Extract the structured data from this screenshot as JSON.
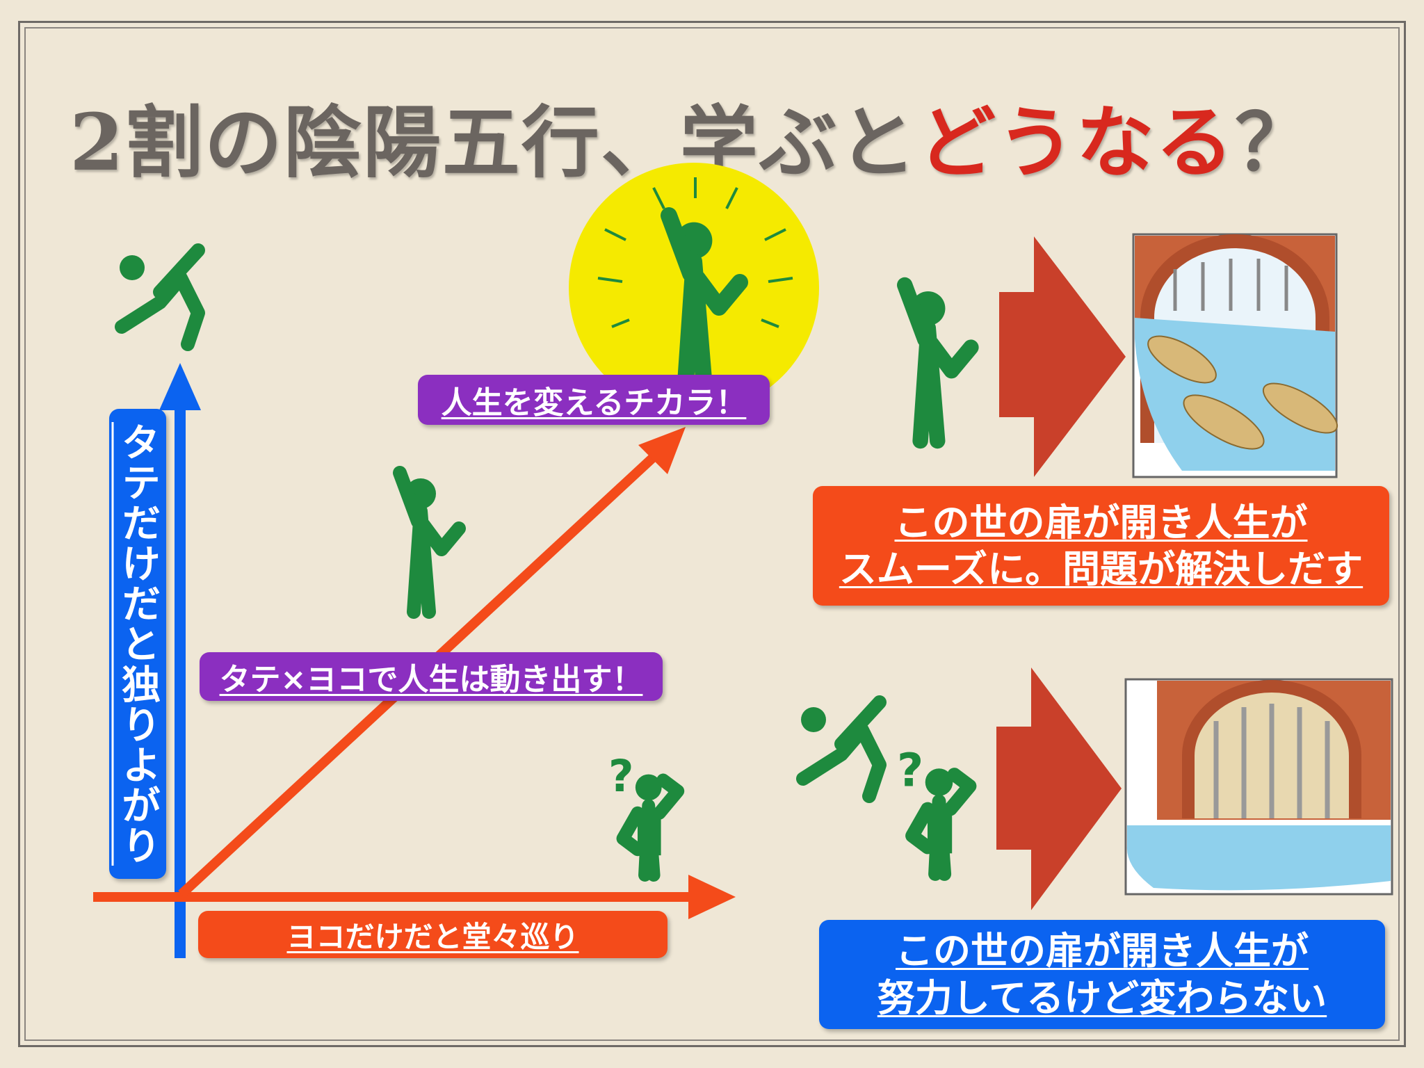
{
  "title": {
    "part1": "2割の陰陽五行、学ぶと",
    "accent": "どうなる",
    "part2": "？"
  },
  "labels": {
    "vertical": "タテだけだと独りよがり",
    "horizontal": "ヨコだけだと堂々巡り",
    "diagonal": "タテ×ヨコで人生は動き出す！",
    "power": "人生を変えるチカラ！"
  },
  "outcomes": {
    "good": {
      "line1": "この世の扉が開き人生が",
      "line2": "スムーズに。問題が解決しだす"
    },
    "bad": {
      "line1": "この世の扉が開き人生が",
      "line2": "努力してるけど変わらない"
    }
  },
  "colors": {
    "green": "#1e8a3e",
    "red": "#f44b1a",
    "blue": "#0b63f0",
    "purple": "#8b2fc0",
    "arrow": "#c9402a",
    "yellow": "#f5ea00"
  }
}
